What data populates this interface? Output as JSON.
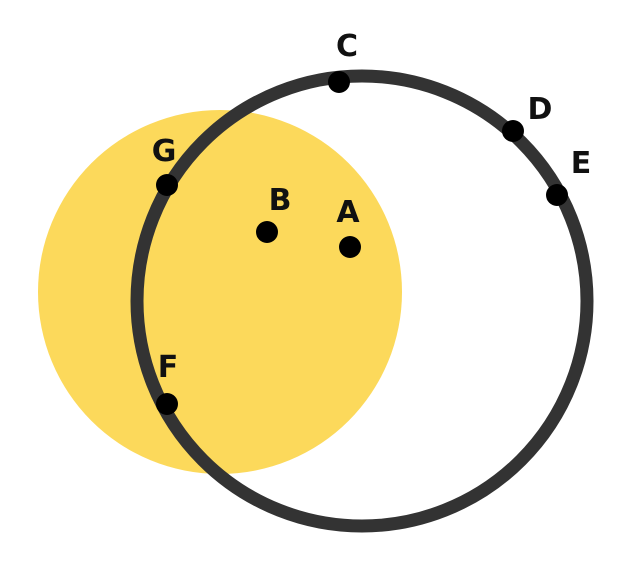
{
  "colors": {
    "region": "#FCD95B",
    "circle": "#333333",
    "point": "#000000"
  },
  "points": {
    "A": "A",
    "B": "B",
    "C": "C",
    "D": "D",
    "E": "E",
    "F": "F",
    "G": "G"
  }
}
